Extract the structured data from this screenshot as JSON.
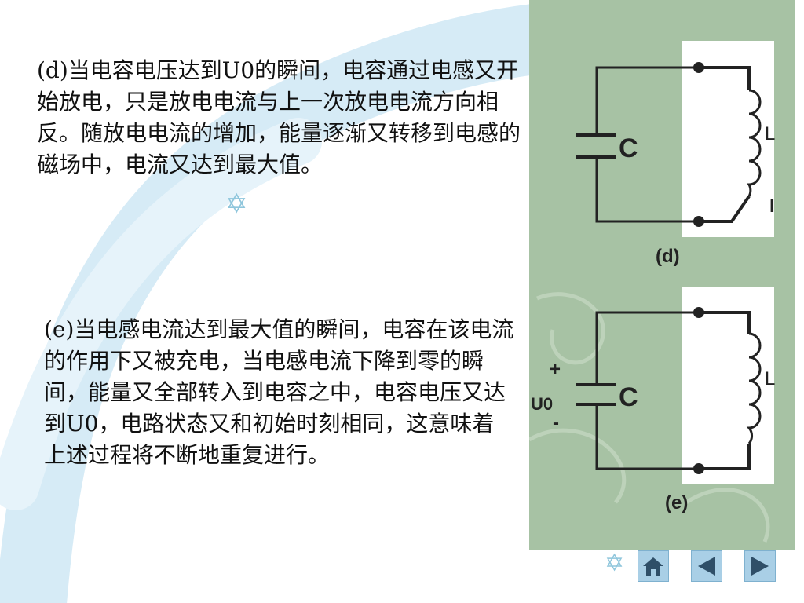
{
  "content": {
    "paragraph_d": "(d)当电容电压达到U0的瞬间，电容通过电感又开始放电，只是放电电流与上一次放电电流方向相反。随放电电流的增加，能量逐渐又转移到电感的磁场中，电流又达到最大值。",
    "paragraph_e": "(e)当电感电流达到最大值的瞬间，电容在该电流的作用下又被充电，当电感电流下降到零的瞬间，能量又全部转入到电容之中，电容电压又达到U0，电路状态又和初始时刻相同，这意味着上述过程将不断地重复进行。"
  },
  "figures": {
    "d": {
      "capacitor_label": "C",
      "inductor_label": "L",
      "current_label": "I",
      "caption": "(d)"
    },
    "e": {
      "capacitor_label": "C",
      "inductor_label": "L",
      "voltage_label": "U0",
      "plus_sign": "+",
      "minus_sign": "-",
      "caption": "(e)"
    }
  },
  "decor": {
    "star_glyph": "✡"
  },
  "navigation": {
    "home_icon": "home-icon",
    "prev_icon": "triangle-left-icon",
    "next_icon": "triangle-right-icon"
  },
  "colors": {
    "panel_bg": "#a7c2a4",
    "swoosh": "#cde6f3",
    "nav_button": "#a9cfe6",
    "nav_icon": "#2f4f68"
  }
}
